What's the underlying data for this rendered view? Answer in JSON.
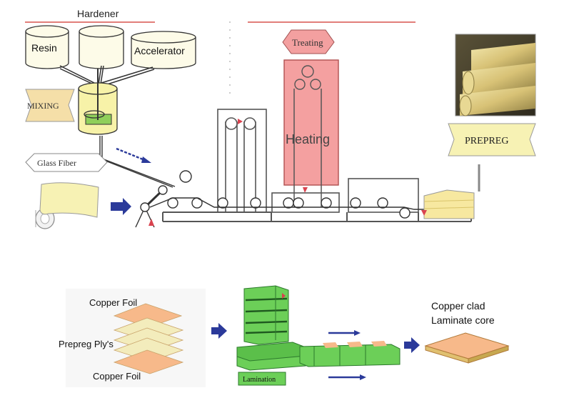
{
  "process": {
    "hardener_label": "Hardener",
    "resin_label": "Resin",
    "accelerator_label": "Accelerator",
    "mixing_label": "MIXING",
    "glass_fiber_label": "Glass Fiber",
    "treating_label": "Treating",
    "heating_label": "Heating",
    "prepreg_label": "PREPREG"
  },
  "lamination": {
    "copper_foil_top_label": "Copper Foil",
    "prepreg_plys_label": "Prepreg Ply's",
    "copper_foil_bottom_label": "Copper Foil",
    "lamination_label": "Lamination",
    "result_line1": "Copper clad",
    "result_line2": "Laminate core"
  },
  "colors": {
    "red_rule": "#d9534f",
    "heating_fill": "#f4a0a0",
    "tan_fill": "#f5dfa8",
    "yellow_fill": "#f7f2b4",
    "green_fill": "#66cc55",
    "copper_fill": "#f7b98a",
    "arrow_blue": "#2b3a9a"
  }
}
